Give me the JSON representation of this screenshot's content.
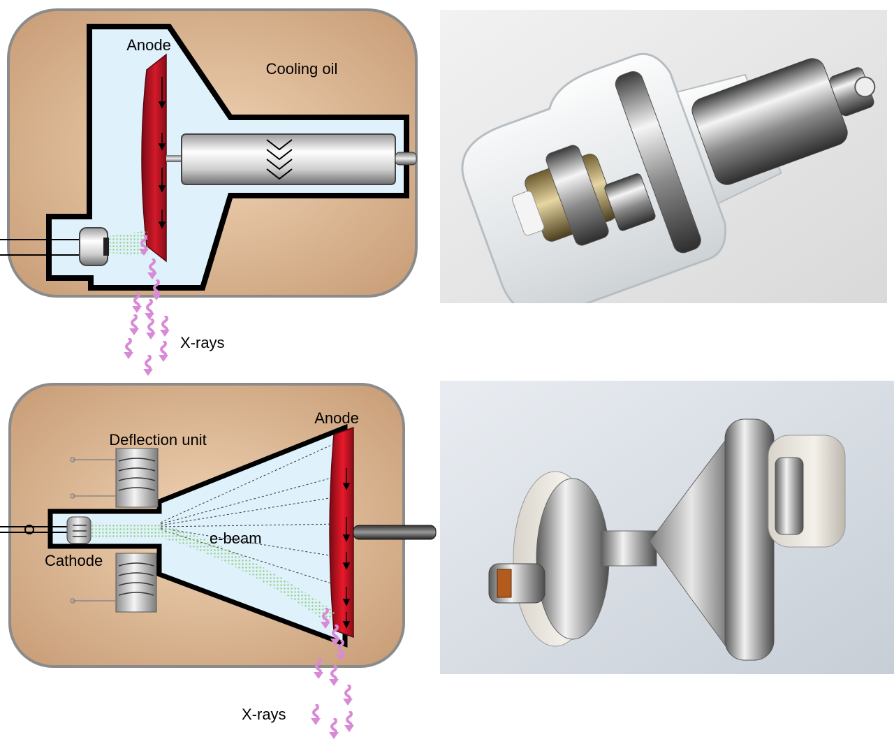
{
  "top_diagram": {
    "anode_label": "Anode",
    "cooling_oil_label": "Cooling oil",
    "xrays_label": "X-rays"
  },
  "bottom_diagram": {
    "anode_label": "Anode",
    "deflection_label": "Deflection unit",
    "ebeam_label": "e-beam",
    "cathode_label": "Cathode",
    "xrays_label": "X-rays"
  },
  "colors": {
    "housing": "#d9aa82",
    "housing_border": "#8b8b8b",
    "vacuum": "#dff1fb",
    "anode": "#c8102e",
    "xray_arrow": "#d98ad6",
    "ebeam": "#9ccf8e"
  }
}
